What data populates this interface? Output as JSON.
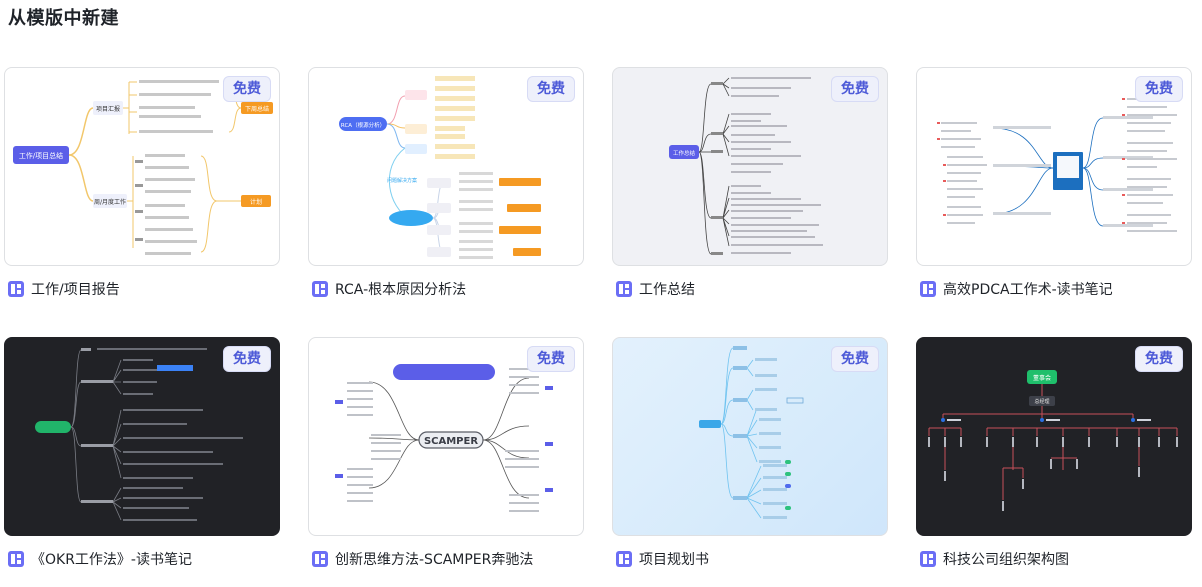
{
  "section_title": "从模版中新建",
  "badge_text": "免费",
  "templates": [
    {
      "title": "工作/项目报告",
      "root": "工作/项目总结",
      "branches": [
        "项目汇报",
        "周/月度工作"
      ],
      "tags": [
        "下周总结",
        "计划"
      ]
    },
    {
      "title": "RCA-根本原因分析法",
      "root": "RCA（根源分析）"
    },
    {
      "title": "工作总结",
      "root": "工作总结"
    },
    {
      "title": "高效PDCA工作术-读书笔记"
    },
    {
      "title": "《OKR工作法》-读书笔记"
    },
    {
      "title": "创新思维方法-SCAMPER奔驰法",
      "root": "SCAMPER"
    },
    {
      "title": "项目规划书"
    },
    {
      "title": "科技公司组织架构图",
      "root": "董事会",
      "sub": "总经理"
    }
  ]
}
